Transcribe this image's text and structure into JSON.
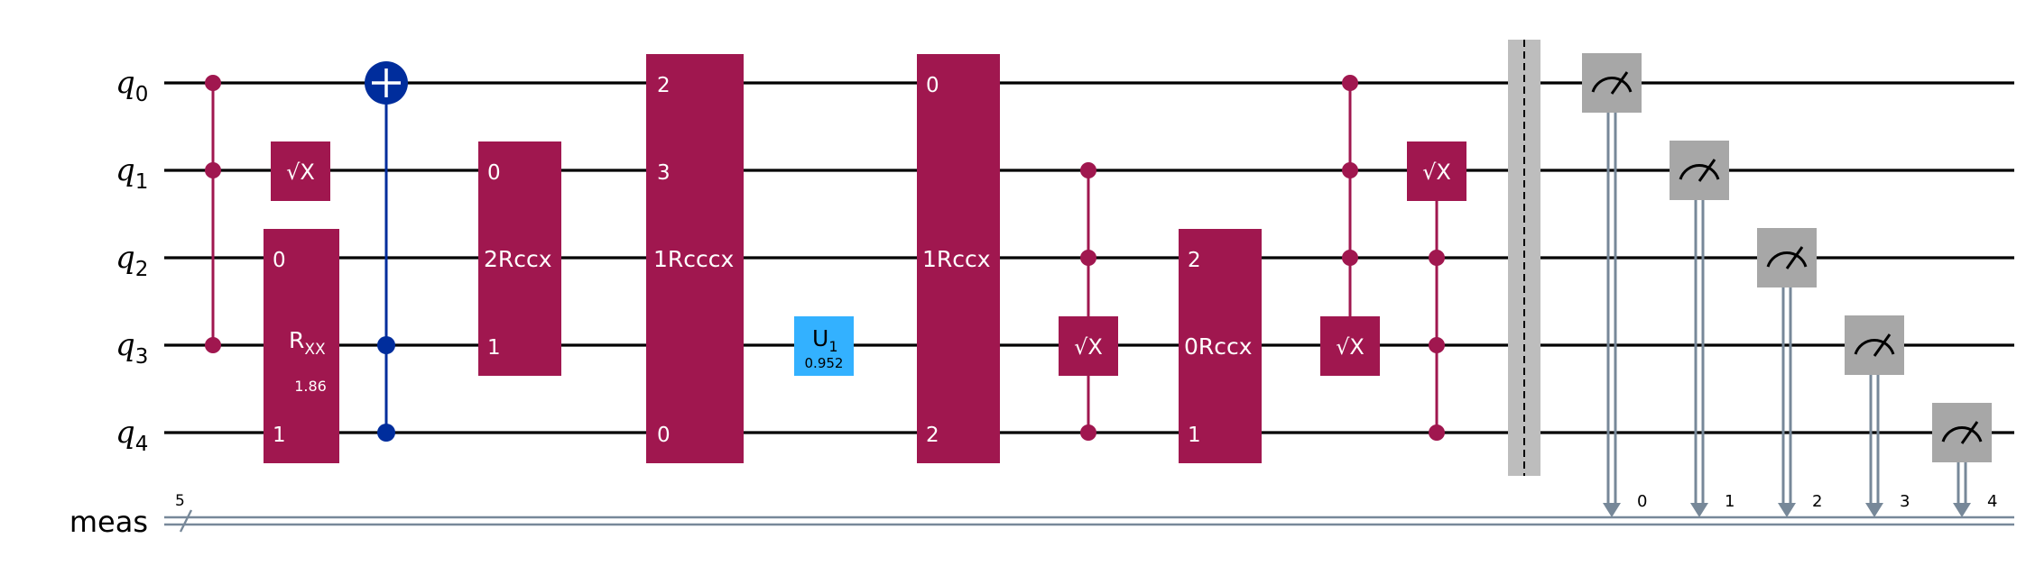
{
  "colors": {
    "multi_gate": "#A0174F",
    "cx": "#002D9C",
    "u_gate": "#33B1FF",
    "measure": "#A7A7A7",
    "barrier": "#BDBDBD",
    "classical": "#778899"
  },
  "qubits": [
    {
      "name": "q",
      "index": "0"
    },
    {
      "name": "q",
      "index": "1"
    },
    {
      "name": "q",
      "index": "2"
    },
    {
      "name": "q",
      "index": "3"
    },
    {
      "name": "q",
      "index": "4"
    }
  ],
  "classical_register": {
    "name": "meas",
    "size": "5"
  },
  "gates": {
    "sx_label": "√X",
    "rxx": {
      "name": "R",
      "sub": "XX",
      "param": "1.86",
      "top_label": "0",
      "bottom_label": "1"
    },
    "rccx_a": {
      "name": "2Rccx",
      "labels": [
        "0",
        "1"
      ]
    },
    "rcccx": {
      "name": "1Rcccx",
      "labels": [
        "2",
        "3",
        "0"
      ]
    },
    "u1": {
      "name": "U",
      "sub": "1",
      "param": "0.952"
    },
    "rccx_b": {
      "name": "1Rccx",
      "labels": [
        "0",
        "2"
      ]
    },
    "rccx_c": {
      "name": "0Rccx",
      "labels": [
        "2",
        "1"
      ]
    }
  },
  "measure_bits": [
    "0",
    "1",
    "2",
    "3",
    "4"
  ]
}
